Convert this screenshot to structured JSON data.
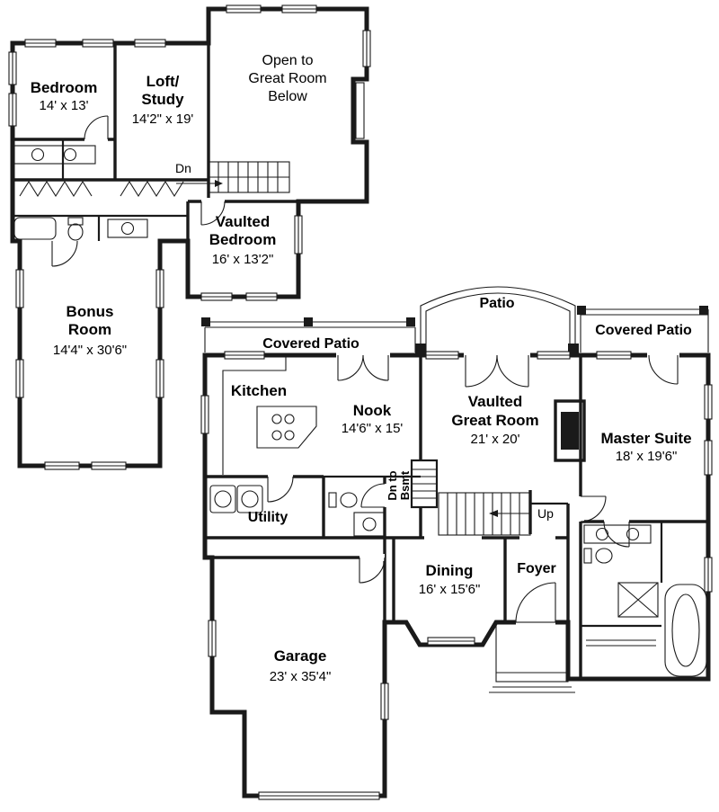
{
  "colors": {
    "ink": "#1a1a1a",
    "paper": "#ffffff"
  },
  "upper_floor": {
    "bedroom": {
      "name": "Bedroom",
      "dims": "14' x 13'"
    },
    "loft": {
      "name_line1": "Loft/",
      "name_line2": "Study",
      "dims": "14'2\" x 19'"
    },
    "open_below": {
      "line1": "Open to",
      "line2": "Great Room",
      "line3": "Below"
    },
    "stairs_down_label": "Dn",
    "vaulted_bedroom": {
      "name_line1": "Vaulted",
      "name_line2": "Bedroom",
      "dims": "16' x 13'2\""
    },
    "bonus_room": {
      "name_line1": "Bonus",
      "name_line2": "Room",
      "dims": "14'4\" x 30'6\""
    }
  },
  "main_floor": {
    "patio": {
      "name": "Patio"
    },
    "covered_patio_left": {
      "name": "Covered Patio"
    },
    "covered_patio_right": {
      "name": "Covered Patio"
    },
    "kitchen": {
      "name": "Kitchen"
    },
    "nook": {
      "name": "Nook",
      "dims": "14'6\" x 15'"
    },
    "great_room": {
      "name_line1": "Vaulted",
      "name_line2": "Great Room",
      "dims": "21' x 20'"
    },
    "master_suite": {
      "name": "Master Suite",
      "dims": "18' x 19'6\""
    },
    "basement_stairs": {
      "line1": "Dn to",
      "line2": "Bsmt"
    },
    "stairs_up_label": "Up",
    "utility": {
      "name": "Utility"
    },
    "dining": {
      "name": "Dining",
      "dims": "16' x 15'6\""
    },
    "foyer": {
      "name": "Foyer"
    },
    "garage": {
      "name": "Garage",
      "dims": "23' x 35'4\""
    }
  }
}
